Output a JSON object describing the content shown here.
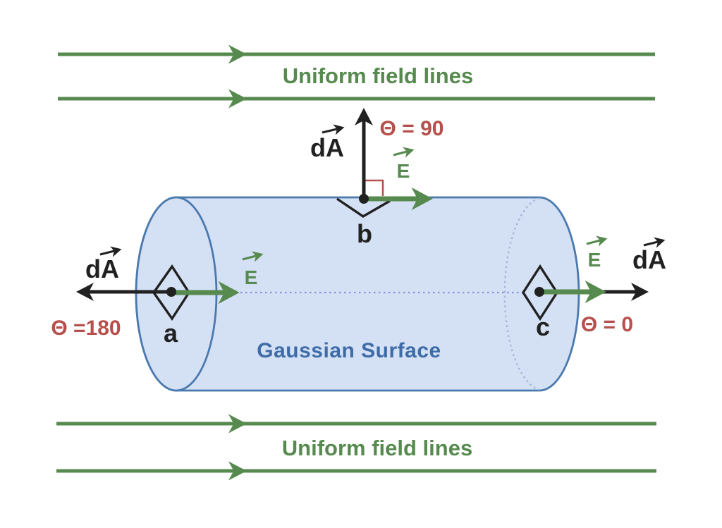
{
  "field_lines": {
    "top_label": "Uniform field lines",
    "bottom_label": "Uniform field lines"
  },
  "surface": {
    "label": "Gaussian Surface"
  },
  "points": {
    "a": {
      "label": "a",
      "area_vector": "dA",
      "field_vector": "E",
      "angle": "Θ =180"
    },
    "b": {
      "label": "b",
      "area_vector": "dA",
      "field_vector": "E",
      "angle": "Θ = 90"
    },
    "c": {
      "label": "c",
      "area_vector": "dA",
      "field_vector": "E",
      "angle": "Θ = 0"
    }
  },
  "colors": {
    "green": "#568a4e",
    "red": "#b5504c",
    "surfaceFill": "#d4e0f3",
    "surfaceStroke": "#4a79ae",
    "surfaceText": "#3e6ca8",
    "black": "#212121",
    "axisDot": "#8d90e0",
    "backDot": "#9db2d8",
    "background": "#ffffff"
  }
}
